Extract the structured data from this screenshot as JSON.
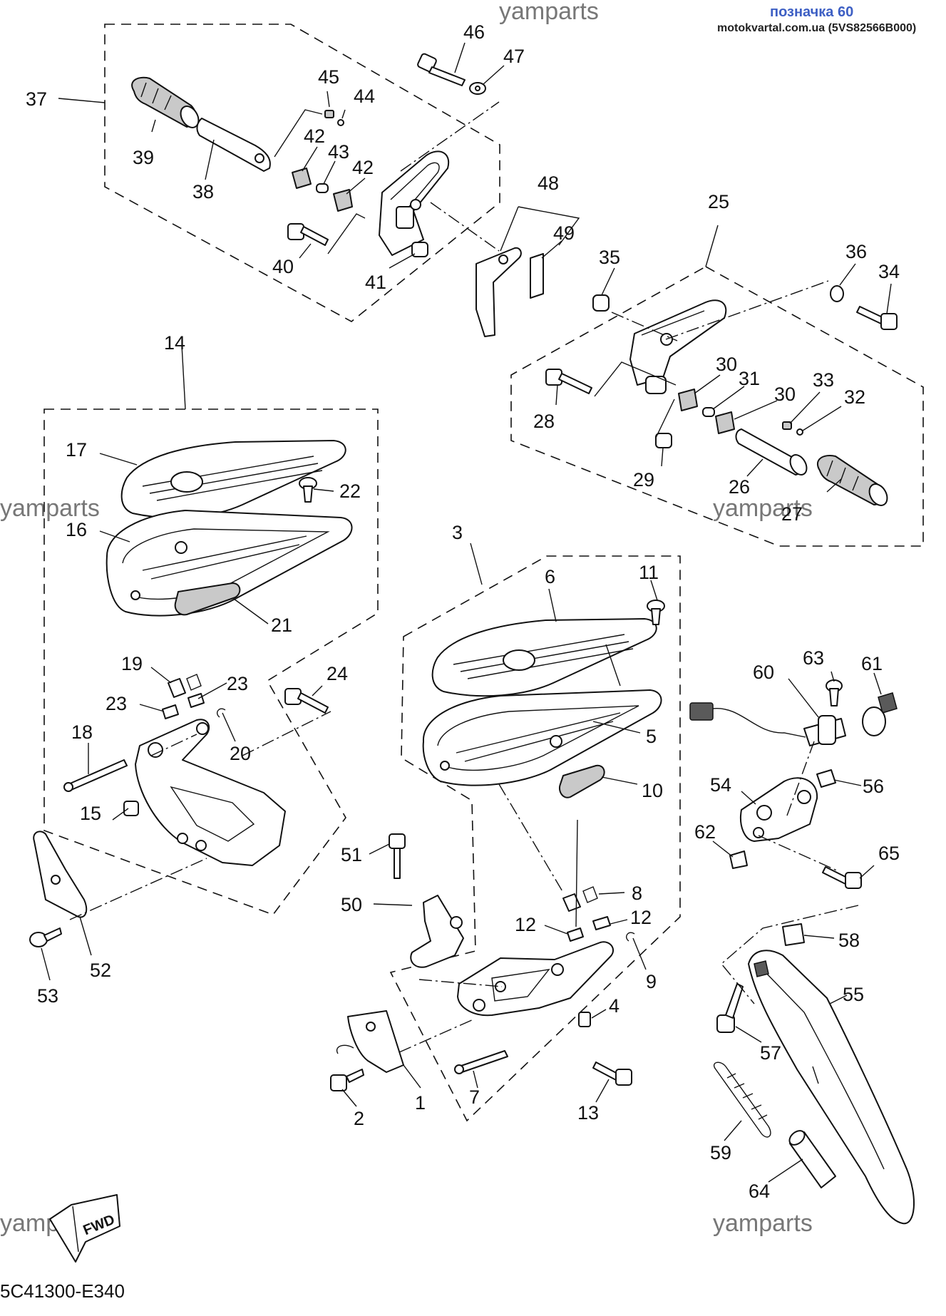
{
  "header": {
    "label": "позначка 60",
    "site": "motokvartal.com.ua (5VS82566B000)"
  },
  "watermark": "yamparts",
  "diagram_code": "5C41300-E340",
  "fwd_label": "FWD",
  "callouts": {
    "c1": "1",
    "c2": "2",
    "c3": "3",
    "c4": "4",
    "c5": "5",
    "c6": "6",
    "c7": "7",
    "c8": "8",
    "c9": "9",
    "c10": "10",
    "c11": "11",
    "c12a": "12",
    "c12b": "12",
    "c13": "13",
    "c14": "14",
    "c15": "15",
    "c16": "16",
    "c17": "17",
    "c18": "18",
    "c19": "19",
    "c20": "20",
    "c21": "21",
    "c22": "22",
    "c23a": "23",
    "c23b": "23",
    "c24": "24",
    "c25": "25",
    "c26": "26",
    "c27": "27",
    "c28": "28",
    "c29": "29",
    "c30a": "30",
    "c30b": "30",
    "c31": "31",
    "c32": "32",
    "c33": "33",
    "c34": "34",
    "c35": "35",
    "c36": "36",
    "c37": "37",
    "c38": "38",
    "c39": "39",
    "c40": "40",
    "c41": "41",
    "c42a": "42",
    "c42b": "42",
    "c43": "43",
    "c44": "44",
    "c45": "45",
    "c46": "46",
    "c47": "47",
    "c48": "48",
    "c49": "49",
    "c50": "50",
    "c51": "51",
    "c52": "52",
    "c53": "53",
    "c54": "54",
    "c55": "55",
    "c56": "56",
    "c57": "57",
    "c58": "58",
    "c59": "59",
    "c60": "60",
    "c61": "61",
    "c62": "62",
    "c63": "63",
    "c64": "64",
    "c65": "65"
  }
}
